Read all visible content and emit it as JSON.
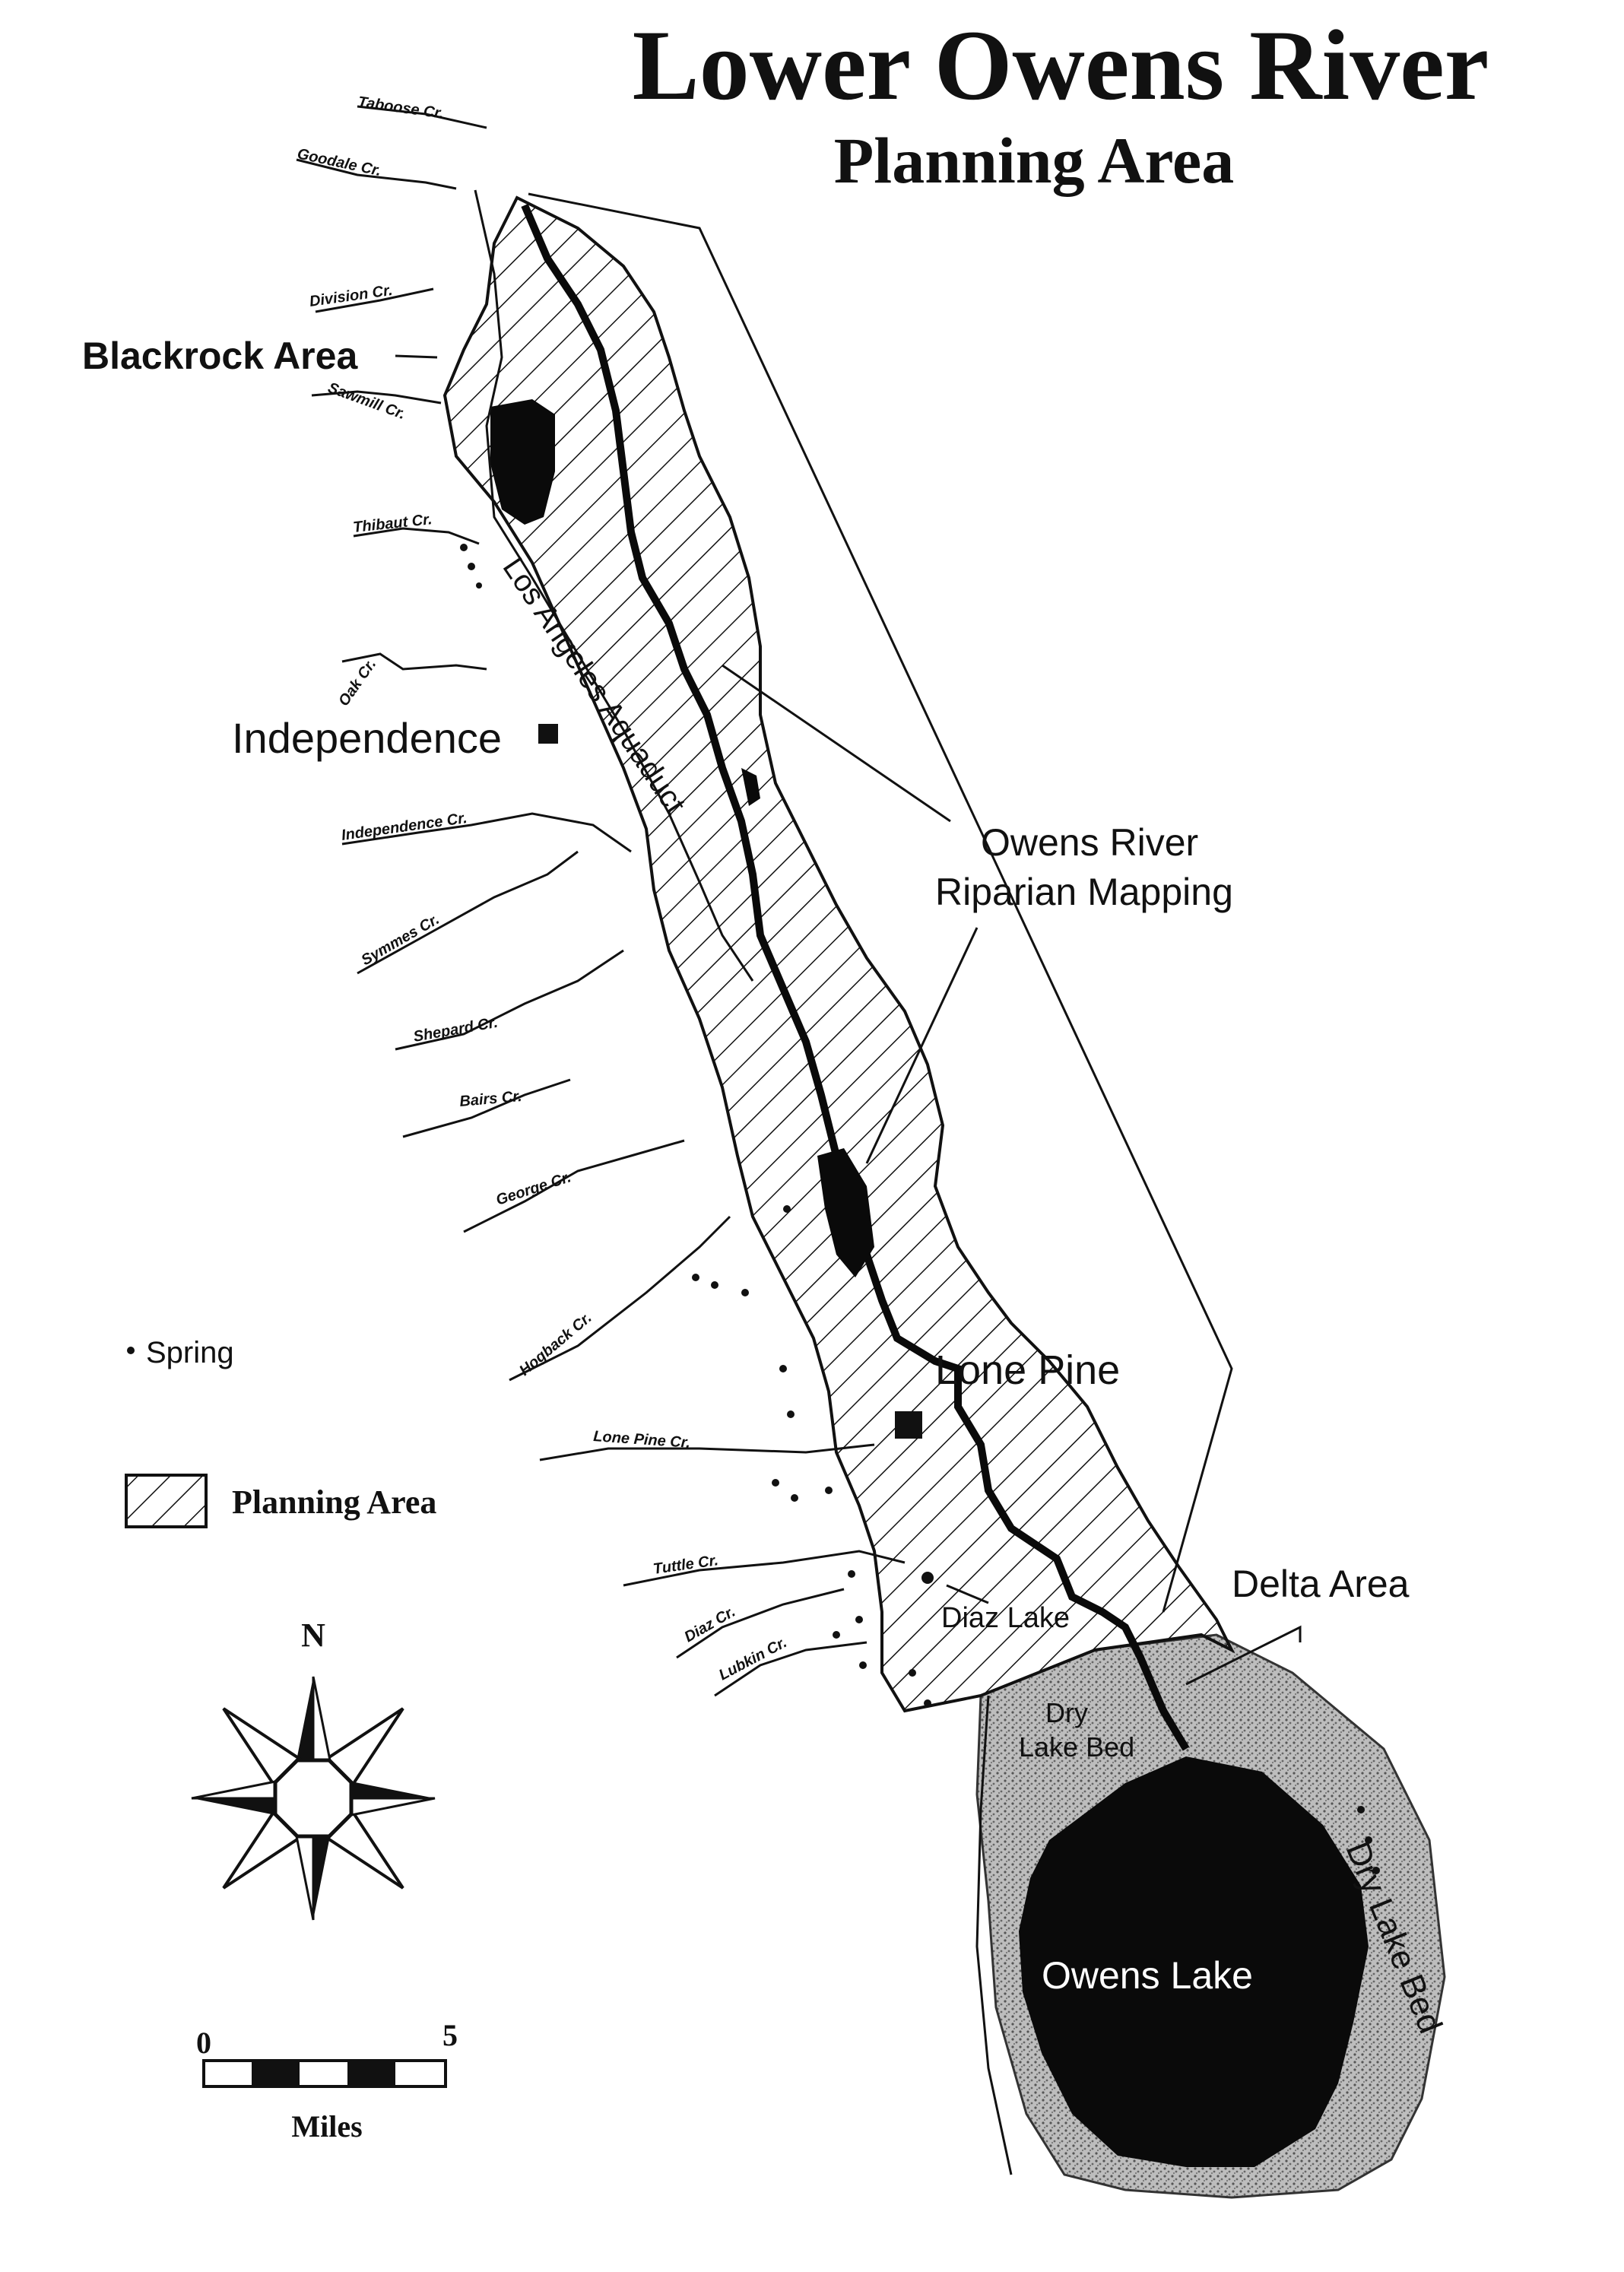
{
  "title": {
    "main": "Lower Owens River",
    "sub": "Planning Area"
  },
  "places": {
    "blackrock": "Blackrock Area",
    "independence": "Independence",
    "lone_pine": "Lone Pine",
    "delta": "Delta Area",
    "diaz_lake": "Diaz Lake",
    "owens_lake": "Owens Lake",
    "dry_lake_bed_north": [
      "Dry",
      "Lake Bed"
    ],
    "dry_lake_bed_east": "Dry Lake Bed",
    "aqueduct": "Los Angeles Aquaduct",
    "riparian": [
      "Owens River",
      "Riparian Mapping"
    ]
  },
  "creeks": [
    "Taboose Cr.",
    "Goodale Cr.",
    "Division Cr.",
    "Sawmill Cr.",
    "Thibaut Cr.",
    "Oak Cr.",
    "Independence Cr.",
    "Symmes Cr.",
    "Shepard Cr.",
    "Bairs Cr.",
    "George Cr.",
    "Hogback Cr.",
    "Lone Pine Cr.",
    "Tuttle Cr.",
    "Diaz Cr.",
    "Lubkin Cr."
  ],
  "legend": {
    "spring": "Spring",
    "planning_area": "Planning Area"
  },
  "compass": {
    "north": "N"
  },
  "scale": {
    "min": "0",
    "max": "5",
    "unit": "Miles"
  },
  "colors": {
    "ink": "#111111",
    "dry_bed": "#9a9a9a",
    "background": "#ffffff"
  }
}
